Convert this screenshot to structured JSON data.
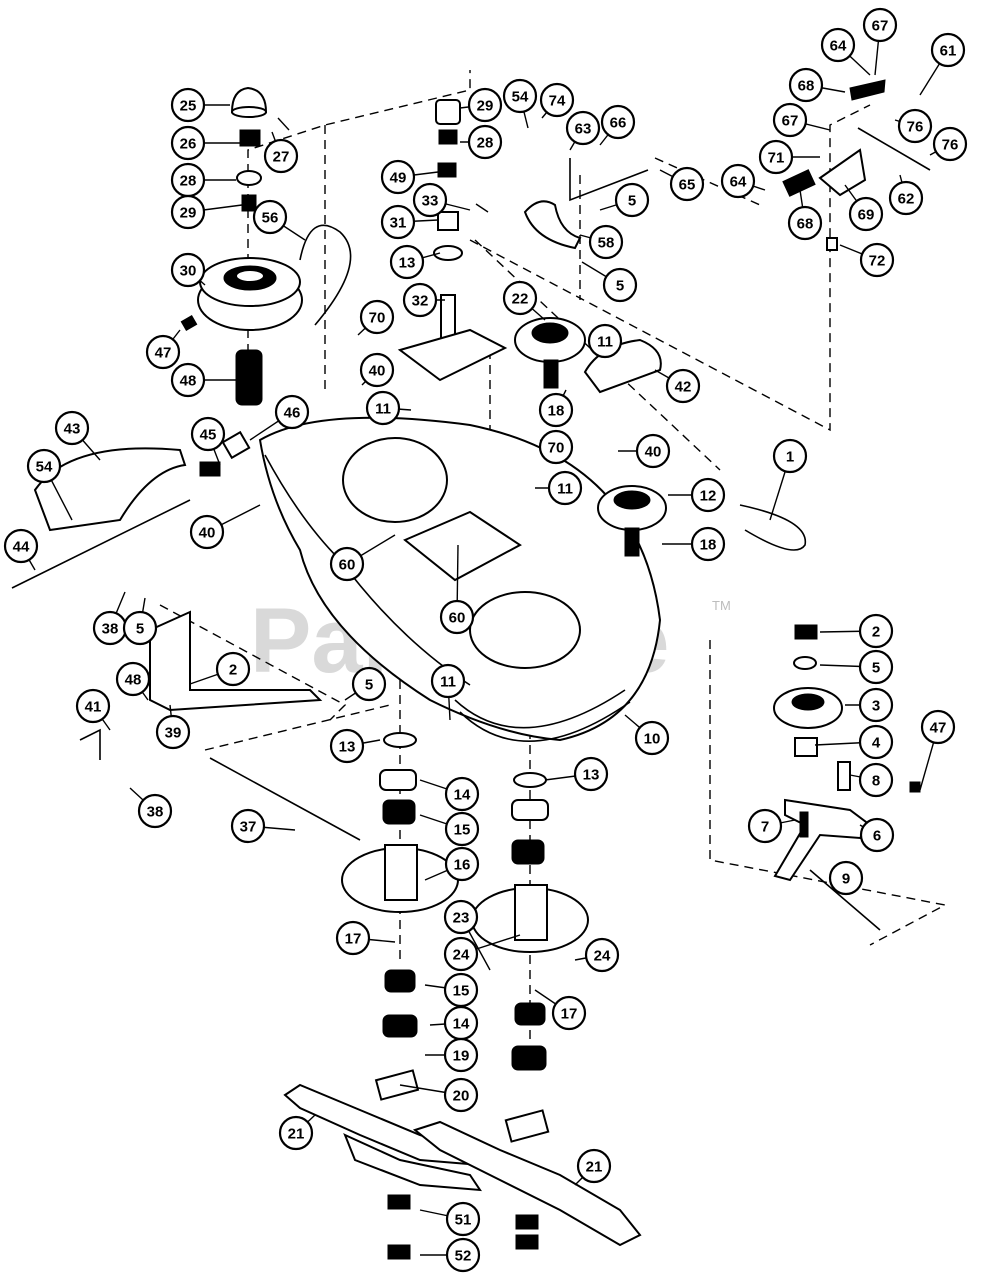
{
  "watermark": {
    "text": "PartsTree",
    "trademark": "TM"
  },
  "callouts": [
    {
      "label": "25"
    },
    {
      "label": "26"
    },
    {
      "label": "27"
    },
    {
      "label": "28"
    },
    {
      "label": "29"
    },
    {
      "label": "30"
    },
    {
      "label": "47"
    },
    {
      "label": "48"
    },
    {
      "label": "56"
    },
    {
      "label": "29"
    },
    {
      "label": "28"
    },
    {
      "label": "49"
    },
    {
      "label": "33"
    },
    {
      "label": "31"
    },
    {
      "label": "13"
    },
    {
      "label": "32"
    },
    {
      "label": "70"
    },
    {
      "label": "40"
    },
    {
      "label": "11"
    },
    {
      "label": "54"
    },
    {
      "label": "74"
    },
    {
      "label": "63"
    },
    {
      "label": "66"
    },
    {
      "label": "65"
    },
    {
      "label": "5"
    },
    {
      "label": "58"
    },
    {
      "label": "5"
    },
    {
      "label": "22"
    },
    {
      "label": "11"
    },
    {
      "label": "42"
    },
    {
      "label": "18"
    },
    {
      "label": "70"
    },
    {
      "label": "40"
    },
    {
      "label": "11"
    },
    {
      "label": "64"
    },
    {
      "label": "67"
    },
    {
      "label": "61"
    },
    {
      "label": "68"
    },
    {
      "label": "67"
    },
    {
      "label": "71"
    },
    {
      "label": "76"
    },
    {
      "label": "76"
    },
    {
      "label": "64"
    },
    {
      "label": "68"
    },
    {
      "label": "69"
    },
    {
      "label": "62"
    },
    {
      "label": "72"
    },
    {
      "label": "43"
    },
    {
      "label": "54"
    },
    {
      "label": "45"
    },
    {
      "label": "46"
    },
    {
      "label": "44"
    },
    {
      "label": "40"
    },
    {
      "label": "60"
    },
    {
      "label": "60"
    },
    {
      "label": "12"
    },
    {
      "label": "18"
    },
    {
      "label": "1"
    },
    {
      "label": "38"
    },
    {
      "label": "5"
    },
    {
      "label": "2"
    },
    {
      "label": "5"
    },
    {
      "label": "11"
    },
    {
      "label": "48"
    },
    {
      "label": "41"
    },
    {
      "label": "39"
    },
    {
      "label": "38"
    },
    {
      "label": "10"
    },
    {
      "label": "13"
    },
    {
      "label": "13"
    },
    {
      "label": "14"
    },
    {
      "label": "15"
    },
    {
      "label": "37"
    },
    {
      "label": "16"
    },
    {
      "label": "17"
    },
    {
      "label": "23"
    },
    {
      "label": "24"
    },
    {
      "label": "24"
    },
    {
      "label": "17"
    },
    {
      "label": "15"
    },
    {
      "label": "14"
    },
    {
      "label": "19"
    },
    {
      "label": "20"
    },
    {
      "label": "21"
    },
    {
      "label": "21"
    },
    {
      "label": "51"
    },
    {
      "label": "52"
    },
    {
      "label": "2"
    },
    {
      "label": "5"
    },
    {
      "label": "3"
    },
    {
      "label": "4"
    },
    {
      "label": "47"
    },
    {
      "label": "8"
    },
    {
      "label": "7"
    },
    {
      "label": "6"
    },
    {
      "label": "9"
    }
  ]
}
